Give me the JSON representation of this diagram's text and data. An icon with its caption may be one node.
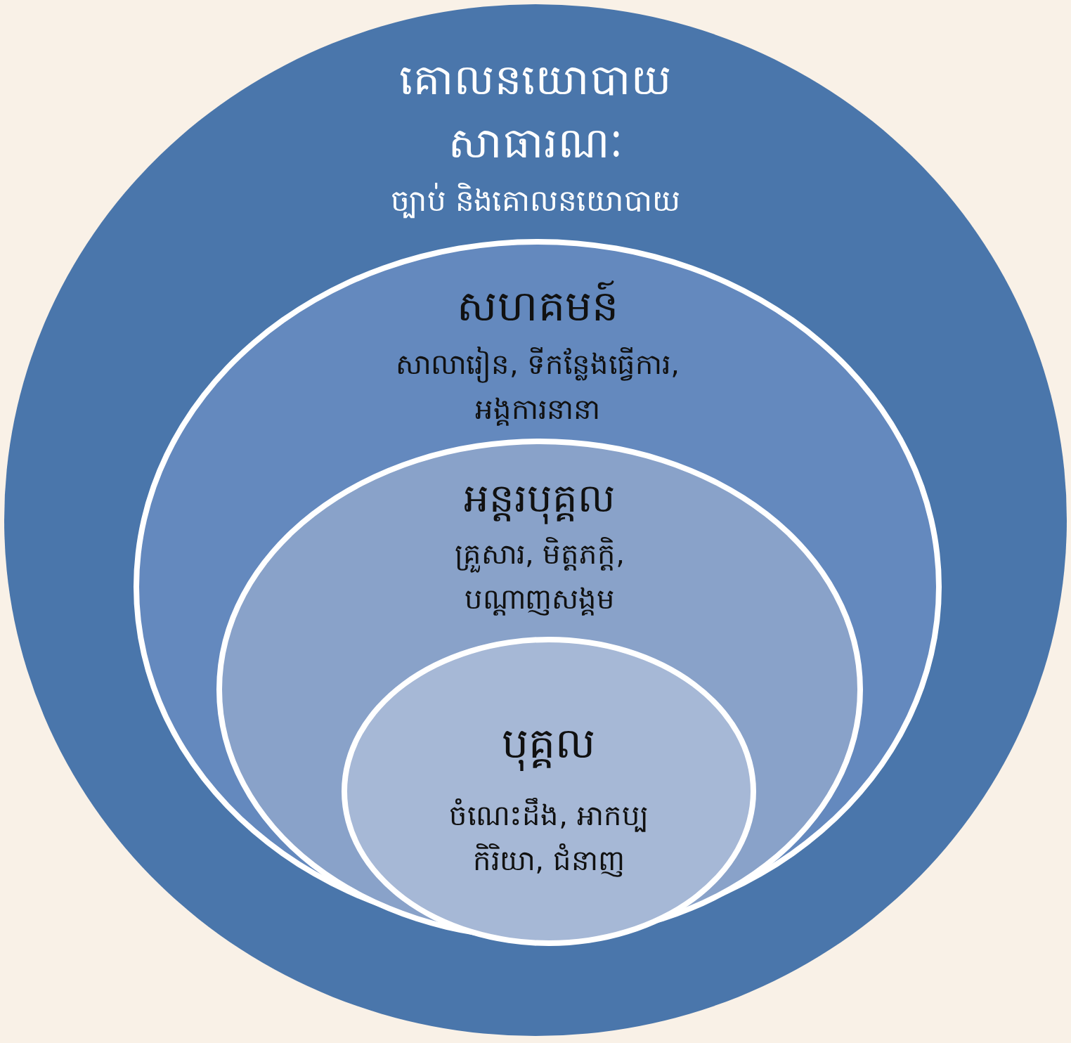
{
  "diagram": {
    "nodes": [
      {
        "text": [
          "គោលនយោបាយសាធារណៈ",
          "ច្បាប់ និងគោលនយោបាយ"
        ]
      },
      {
        "text": [
          "សហគមន៍",
          "សាលារៀន, ទីកន្លែងធ្វើការ, អង្គការនានា"
        ],
        "in": 0
      },
      {
        "text": [
          "អន្តរបុគ្គល",
          "គ្រួសារ, មិត្តភក្តិ, បណ្តាញសង្គម"
        ],
        "in": 1
      },
      {
        "text": [
          "បុគ្គល",
          "ចំណេះដឹង, អាកប្បកិរិយា, ជំនាញ"
        ],
        "in": 2
      }
    ]
  }
}
